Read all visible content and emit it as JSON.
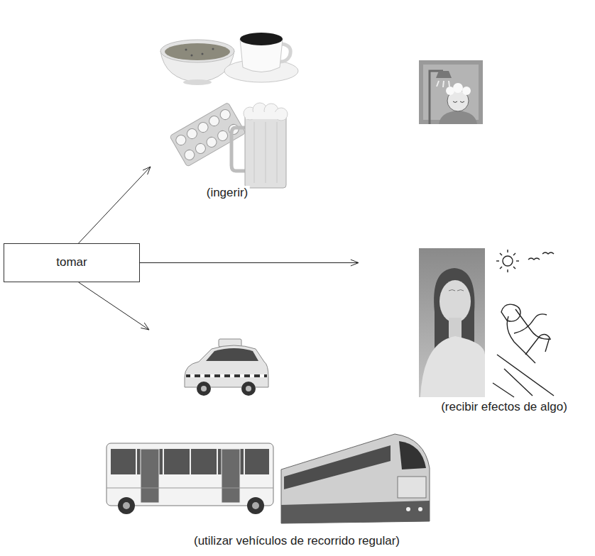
{
  "diagram": {
    "nodes": [
      {
        "text": [
          "tomar"
        ]
      },
      {
        "text": [
          "(ingerir)"
        ]
      },
      {
        "text": [
          "(recibir efectos de algo)"
        ]
      },
      {
        "text": [
          "(utilizar vehículos de recorrido regular)"
        ]
      }
    ],
    "edges": [
      {
        "from": 0,
        "to": 1,
        "arrow": "to"
      },
      {
        "from": 0,
        "to": 2,
        "arrow": "to"
      },
      {
        "from": 0,
        "to": 3,
        "arrow": "to"
      }
    ]
  }
}
